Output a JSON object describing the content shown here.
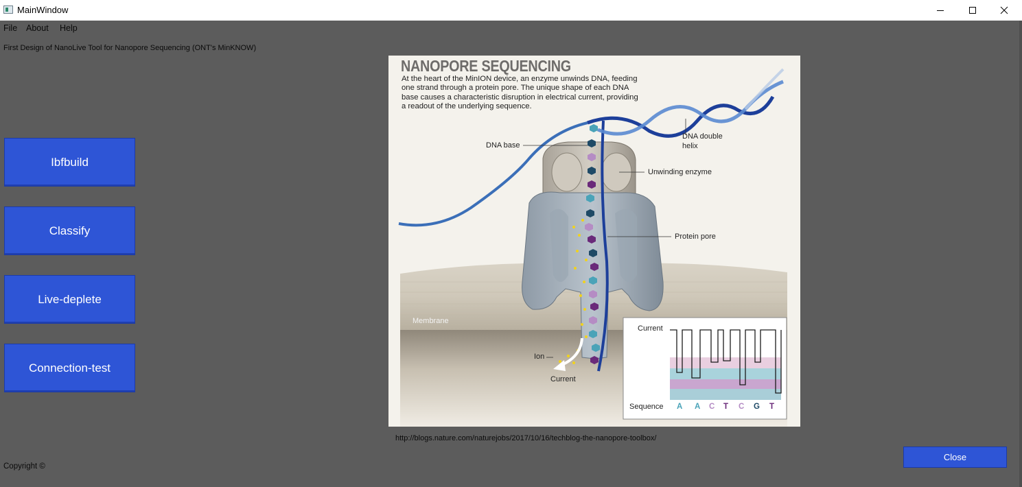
{
  "window": {
    "title": "MainWindow"
  },
  "menu": [
    "File",
    "About",
    "Help"
  ],
  "subtitle": "First Design of NanoLive Tool for Nanopore Sequencing (ONT's MinKNOW)",
  "buttons": [
    "Ibfbuild",
    "Classify",
    "Live-deplete",
    "Connection-test"
  ],
  "figure": {
    "title": "NANOPORE SEQUENCING",
    "description": "At the heart of the MinION device, an enzyme unwinds DNA, feeding one strand through a protein pore. The unique shape of each DNA base causes a characteristic disruption in electrical current, providing a readout of the underlying sequence.",
    "labels": {
      "dna_base": "DNA base",
      "dna_double_helix_1": "DNA double",
      "dna_double_helix_2": "helix",
      "unwinding_enzyme": "Unwinding enzyme",
      "protein_pore": "Protein pore",
      "membrane": "Membrane",
      "ion": "Ion",
      "current_flow": "Current",
      "current_axis": "Current",
      "sequence_label": "Sequence"
    },
    "sequence": [
      {
        "base": "A",
        "color": "#4aa3b8"
      },
      {
        "base": "A",
        "color": "#4aa3b8"
      },
      {
        "base": "C",
        "color": "#b58cc4"
      },
      {
        "base": "T",
        "color": "#6a2a7a"
      },
      {
        "base": "C",
        "color": "#b58cc4"
      },
      {
        "base": "G",
        "color": "#1f4a66"
      },
      {
        "base": "T",
        "color": "#6a2a7a"
      }
    ]
  },
  "source_url": "http://blogs.nature.com/naturejobs/2017/10/16/techblog-the-nanopore-toolbox/",
  "copyright": "Copyright ©",
  "close_label": "Close",
  "colors": {
    "button_blue": "#2e55d6",
    "background": "#5c5c5c"
  }
}
